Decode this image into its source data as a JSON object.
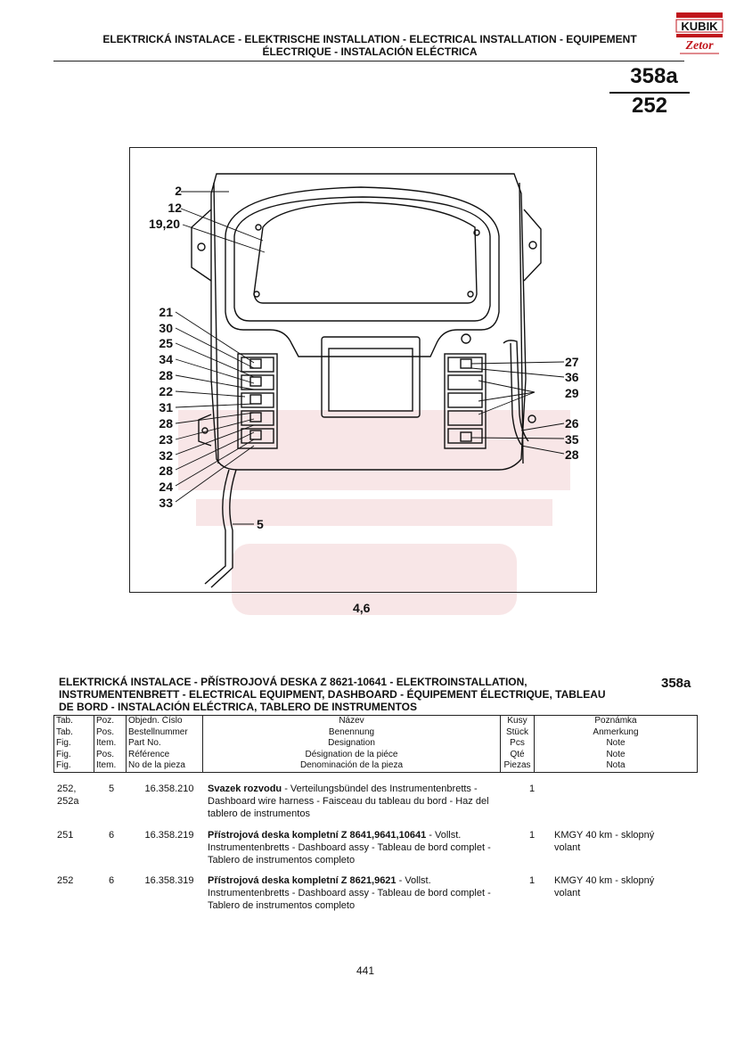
{
  "header": {
    "title_line1": "ELEKTRICKÁ INSTALACE - ELEKTRISCHE INSTALLATION - ELECTRICAL INSTALLATION - EQUIPEMENT",
    "title_line2": "ÉLECTRIQUE - INSTALACIÓN ELÉCTRICA",
    "logo_top": "KUBIK",
    "logo_bottom": "Zetor",
    "page_top": "358a",
    "page_bottom": "252"
  },
  "figure": {
    "callouts_left": [
      "2",
      "12",
      "19,20",
      "21",
      "30",
      "25",
      "34",
      "28",
      "22",
      "31",
      "28",
      "23",
      "32",
      "28",
      "24",
      "33"
    ],
    "callouts_right": [
      "27",
      "36",
      "29",
      "26",
      "35",
      "28"
    ],
    "callout_harness": "5",
    "figure_label": "4,6"
  },
  "section": {
    "title_line1": "ELEKTRICKÁ INSTALACE - PŘÍSTROJOVÁ DESKA Z 8621-10641 - ELEKTROINSTALLATION,",
    "title_line2": "INSTRUMENTENBRETT - ELECTRICAL EQUIPMENT, DASHBOARD - ÉQUIPEMENT ÉLECTRIQUE, TABLEAU",
    "title_line3": "DE BORD - INSTALACIÓN ELÉCTRICA, TABLERO DE INSTRUMENTOS",
    "number": "358a"
  },
  "columns": {
    "tab": [
      "Tab.",
      "Tab.",
      "Fig.",
      "Fig.",
      "Fig."
    ],
    "pos": [
      "Poz.",
      "Pos.",
      "Item.",
      "Pos.",
      "Item."
    ],
    "part": [
      "Objedn. Číslo",
      "Bestellnummer",
      "Part No.",
      "Référence",
      "No de la pieza"
    ],
    "name": [
      "Název",
      "Benennung",
      "Designation",
      "Désignation de la piéce",
      "Denominación de la pieza"
    ],
    "qty": [
      "Kusy",
      "Stück",
      "Pcs",
      "Qté",
      "Piezas"
    ],
    "note": [
      "Poznámka",
      "Anmerkung",
      "Note",
      "Note",
      "Nota"
    ]
  },
  "rows": [
    {
      "tab": "252,\n252a",
      "pos": "5",
      "part": "16.358.210",
      "name_bold": "Svazek rozvodu",
      "name_rest": " - Verteilungsbündel des Instrumentenbretts - Dashboard wire harness - Faisceau du tableau du bord - Haz del tablero de instrumentos",
      "qty": "1",
      "note": ""
    },
    {
      "tab": "251",
      "pos": "6",
      "part": "16.358.219",
      "name_bold": "Přístrojová deska kompletní Z 8641,9641,10641",
      "name_rest": " - Vollst. Instrumentenbretts - Dashboard assy - Tableau de bord complet - Tablero de instrumentos completo",
      "qty": "1",
      "note": "KMGY 40 km - sklopný volant"
    },
    {
      "tab": "252",
      "pos": "6",
      "part": "16.358.319",
      "name_bold": "Přístrojová deska kompletní Z 8621,9621",
      "name_rest": " - Vollst. Instrumentenbretts - Dashboard assy - Tableau de bord complet - Tablero de instrumentos completo",
      "qty": "1",
      "note": "KMGY 40 km - sklopný volant"
    }
  ],
  "footer": {
    "page_number": "441"
  }
}
